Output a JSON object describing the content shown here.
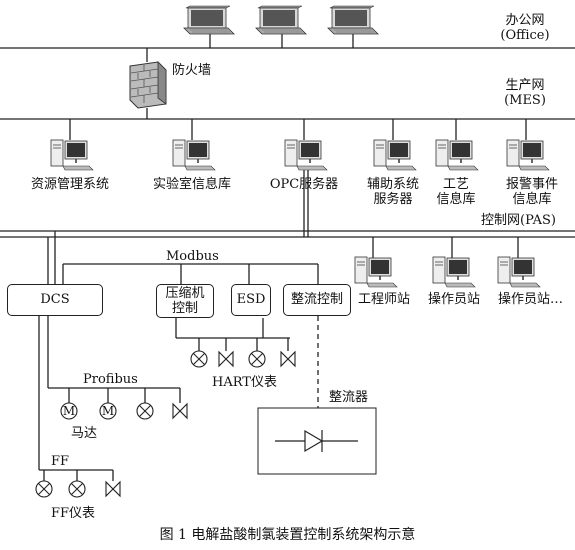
{
  "office": {
    "name": "办公网",
    "name_en": "(Office)"
  },
  "firewall": {
    "label": "防火墙"
  },
  "mes": {
    "name": "生产网",
    "name_en": "(MES)"
  },
  "mes_nodes": [
    {
      "label": "资源管理系统"
    },
    {
      "label": "实验室信息库"
    },
    {
      "label": "OPC服务器"
    },
    {
      "line1": "辅助系统",
      "line2": "服务器"
    },
    {
      "line1": "工艺",
      "line2": "信息库"
    },
    {
      "line1": "报警事件",
      "line2": "信息库"
    }
  ],
  "pas": {
    "name": "控制网(PAS)"
  },
  "modbus": {
    "label": "Modbus"
  },
  "dcs": {
    "label": "DCS"
  },
  "compressor": {
    "line1": "压缩机",
    "line2": "控制"
  },
  "esd": {
    "label": "ESD"
  },
  "rectifier_ctrl": {
    "label": "整流控制"
  },
  "stations": [
    {
      "label": "工程师站"
    },
    {
      "label": "操作员站"
    },
    {
      "label": "操作员站…"
    }
  ],
  "hart": {
    "label": "HART仪表"
  },
  "profibus": {
    "label": "Profibus"
  },
  "motor": {
    "symbol": "M",
    "label": "马达"
  },
  "rectifier": {
    "label": "整流器"
  },
  "ff": {
    "label": "FF",
    "instruments": "FF仪表"
  },
  "caption": {
    "text": "图 1  电解盐酸制氯装置控制系统架构示意"
  }
}
